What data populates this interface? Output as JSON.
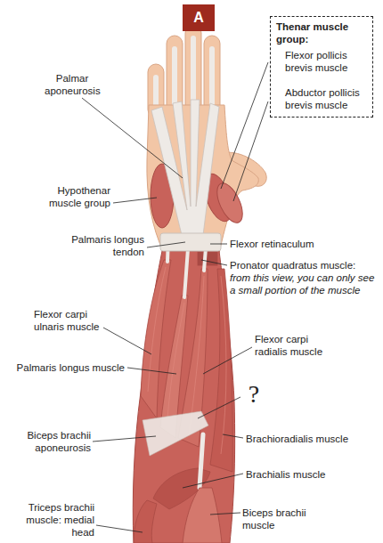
{
  "diagram": {
    "nodes": [
      {
        "text": [
          "A"
        ]
      },
      {
        "text": [
          "Thenar muscle group:",
          "Flexor pollicis brevis muscle",
          "Abductor pollicis brevis muscle"
        ]
      }
    ],
    "labels": [
      "Palmar aponeurosis",
      "Hypothenar muscle group",
      "Palmaris longus tendon",
      "Flexor retinaculum",
      "Pronator quadratus muscle:",
      "from this view, you can only see a small portion of the muscle",
      "Flexor carpi ulnaris muscle",
      "Palmaris longus muscle",
      "Flexor carpi radialis muscle",
      "?",
      "Biceps brachii aponeurosis",
      "Brachioradialis muscle",
      "Brachialis muscle",
      "Triceps brachii muscle: medial head",
      "Biceps brachii muscle"
    ]
  }
}
